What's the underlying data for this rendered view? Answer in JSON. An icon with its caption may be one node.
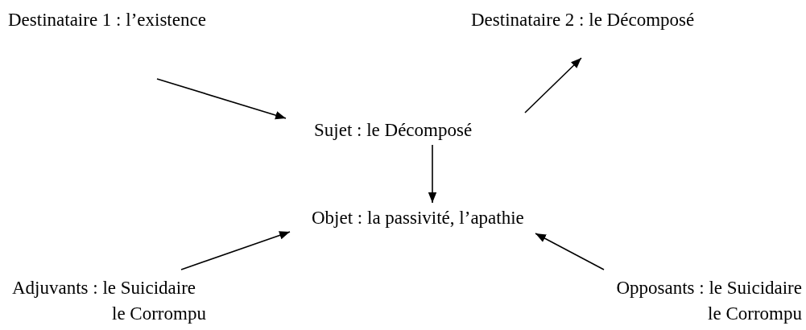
{
  "diagram": {
    "nodes": [
      {
        "text": [
          "Destinataire 1 : l’existence"
        ]
      },
      {
        "text": [
          "Destinataire 2 : le Décomposé"
        ]
      },
      {
        "text": [
          "Sujet : le Décomposé"
        ]
      },
      {
        "text": [
          "Objet : la passivité, l’apathie"
        ]
      },
      {
        "text": [
          "Adjuvants : le Suicidaire le Corrompu"
        ]
      },
      {
        "text": [
          "Opposants : le Suicidaire le Corrompu"
        ]
      }
    ],
    "edges": [
      {
        "from": 0,
        "to": 2,
        "arrow": "to"
      },
      {
        "from": 2,
        "to": 1,
        "arrow": "to"
      },
      {
        "from": 2,
        "to": 3,
        "arrow": "to"
      },
      {
        "from": 4,
        "to": 3,
        "arrow": "to"
      },
      {
        "from": 5,
        "to": 3,
        "arrow": "to"
      }
    ]
  }
}
